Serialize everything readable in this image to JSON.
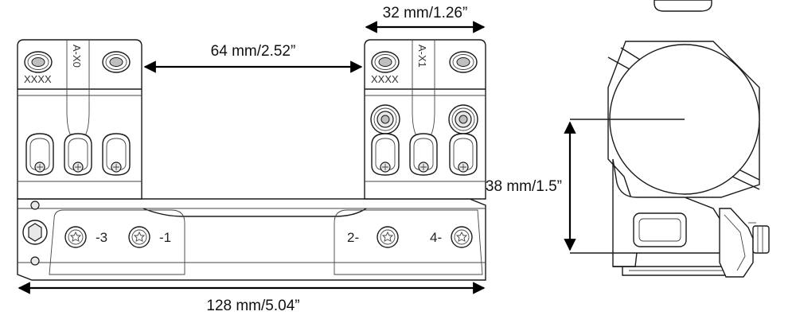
{
  "dimensions": {
    "ring_spacing": "64 mm/2.52”",
    "ring_width": "32 mm/1.26”",
    "total_length": "128 mm/5.04”",
    "tube_diameter": "38 mm/1.5”"
  },
  "engravings": {
    "left_ring_code": "XXXX",
    "right_ring_code": "XXXX",
    "left_ring_marking": "A-X0",
    "right_ring_marking": "A-X1"
  },
  "base_screws": {
    "labels": [
      "-3",
      "-1",
      "2-",
      "4-"
    ]
  },
  "colors": {
    "line": "#1a1a1a",
    "background": "#ffffff",
    "arrow": "#000000"
  }
}
